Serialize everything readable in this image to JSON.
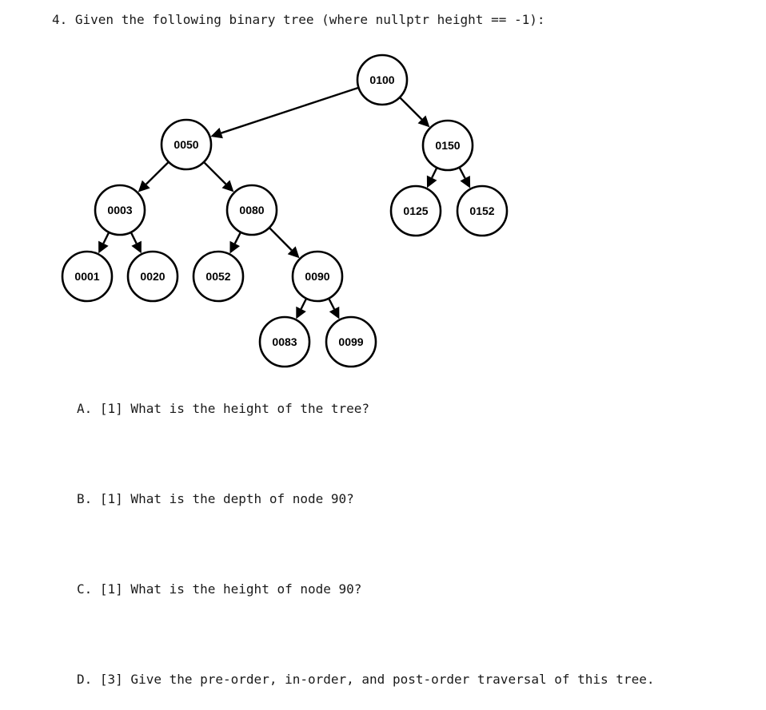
{
  "question": {
    "title": "4. Given the following binary tree (where nullptr height == -1):",
    "parts": {
      "a": "A. [1] What is the height of the tree?",
      "b": "B. [1] What is the depth of node 90?",
      "c": "C. [1] What is the height of node 90?",
      "d": "D. [3] Give the pre-order, in-order, and post-order traversal of this tree."
    }
  },
  "tree": {
    "nodes": [
      {
        "id": "n100",
        "label": "0100"
      },
      {
        "id": "n50",
        "label": "0050"
      },
      {
        "id": "n150",
        "label": "0150"
      },
      {
        "id": "n3",
        "label": "0003"
      },
      {
        "id": "n80",
        "label": "0080"
      },
      {
        "id": "n125",
        "label": "0125"
      },
      {
        "id": "n152",
        "label": "0152"
      },
      {
        "id": "n1",
        "label": "0001"
      },
      {
        "id": "n20",
        "label": "0020"
      },
      {
        "id": "n52",
        "label": "0052"
      },
      {
        "id": "n90",
        "label": "0090"
      },
      {
        "id": "n83",
        "label": "0083"
      },
      {
        "id": "n99",
        "label": "0099"
      }
    ],
    "edges": [
      {
        "from": "n100",
        "to": "n50"
      },
      {
        "from": "n100",
        "to": "n150"
      },
      {
        "from": "n50",
        "to": "n3"
      },
      {
        "from": "n50",
        "to": "n80"
      },
      {
        "from": "n150",
        "to": "n125"
      },
      {
        "from": "n150",
        "to": "n152"
      },
      {
        "from": "n3",
        "to": "n1"
      },
      {
        "from": "n3",
        "to": "n20"
      },
      {
        "from": "n80",
        "to": "n52"
      },
      {
        "from": "n80",
        "to": "n90"
      },
      {
        "from": "n90",
        "to": "n83"
      },
      {
        "from": "n90",
        "to": "n99"
      }
    ]
  }
}
